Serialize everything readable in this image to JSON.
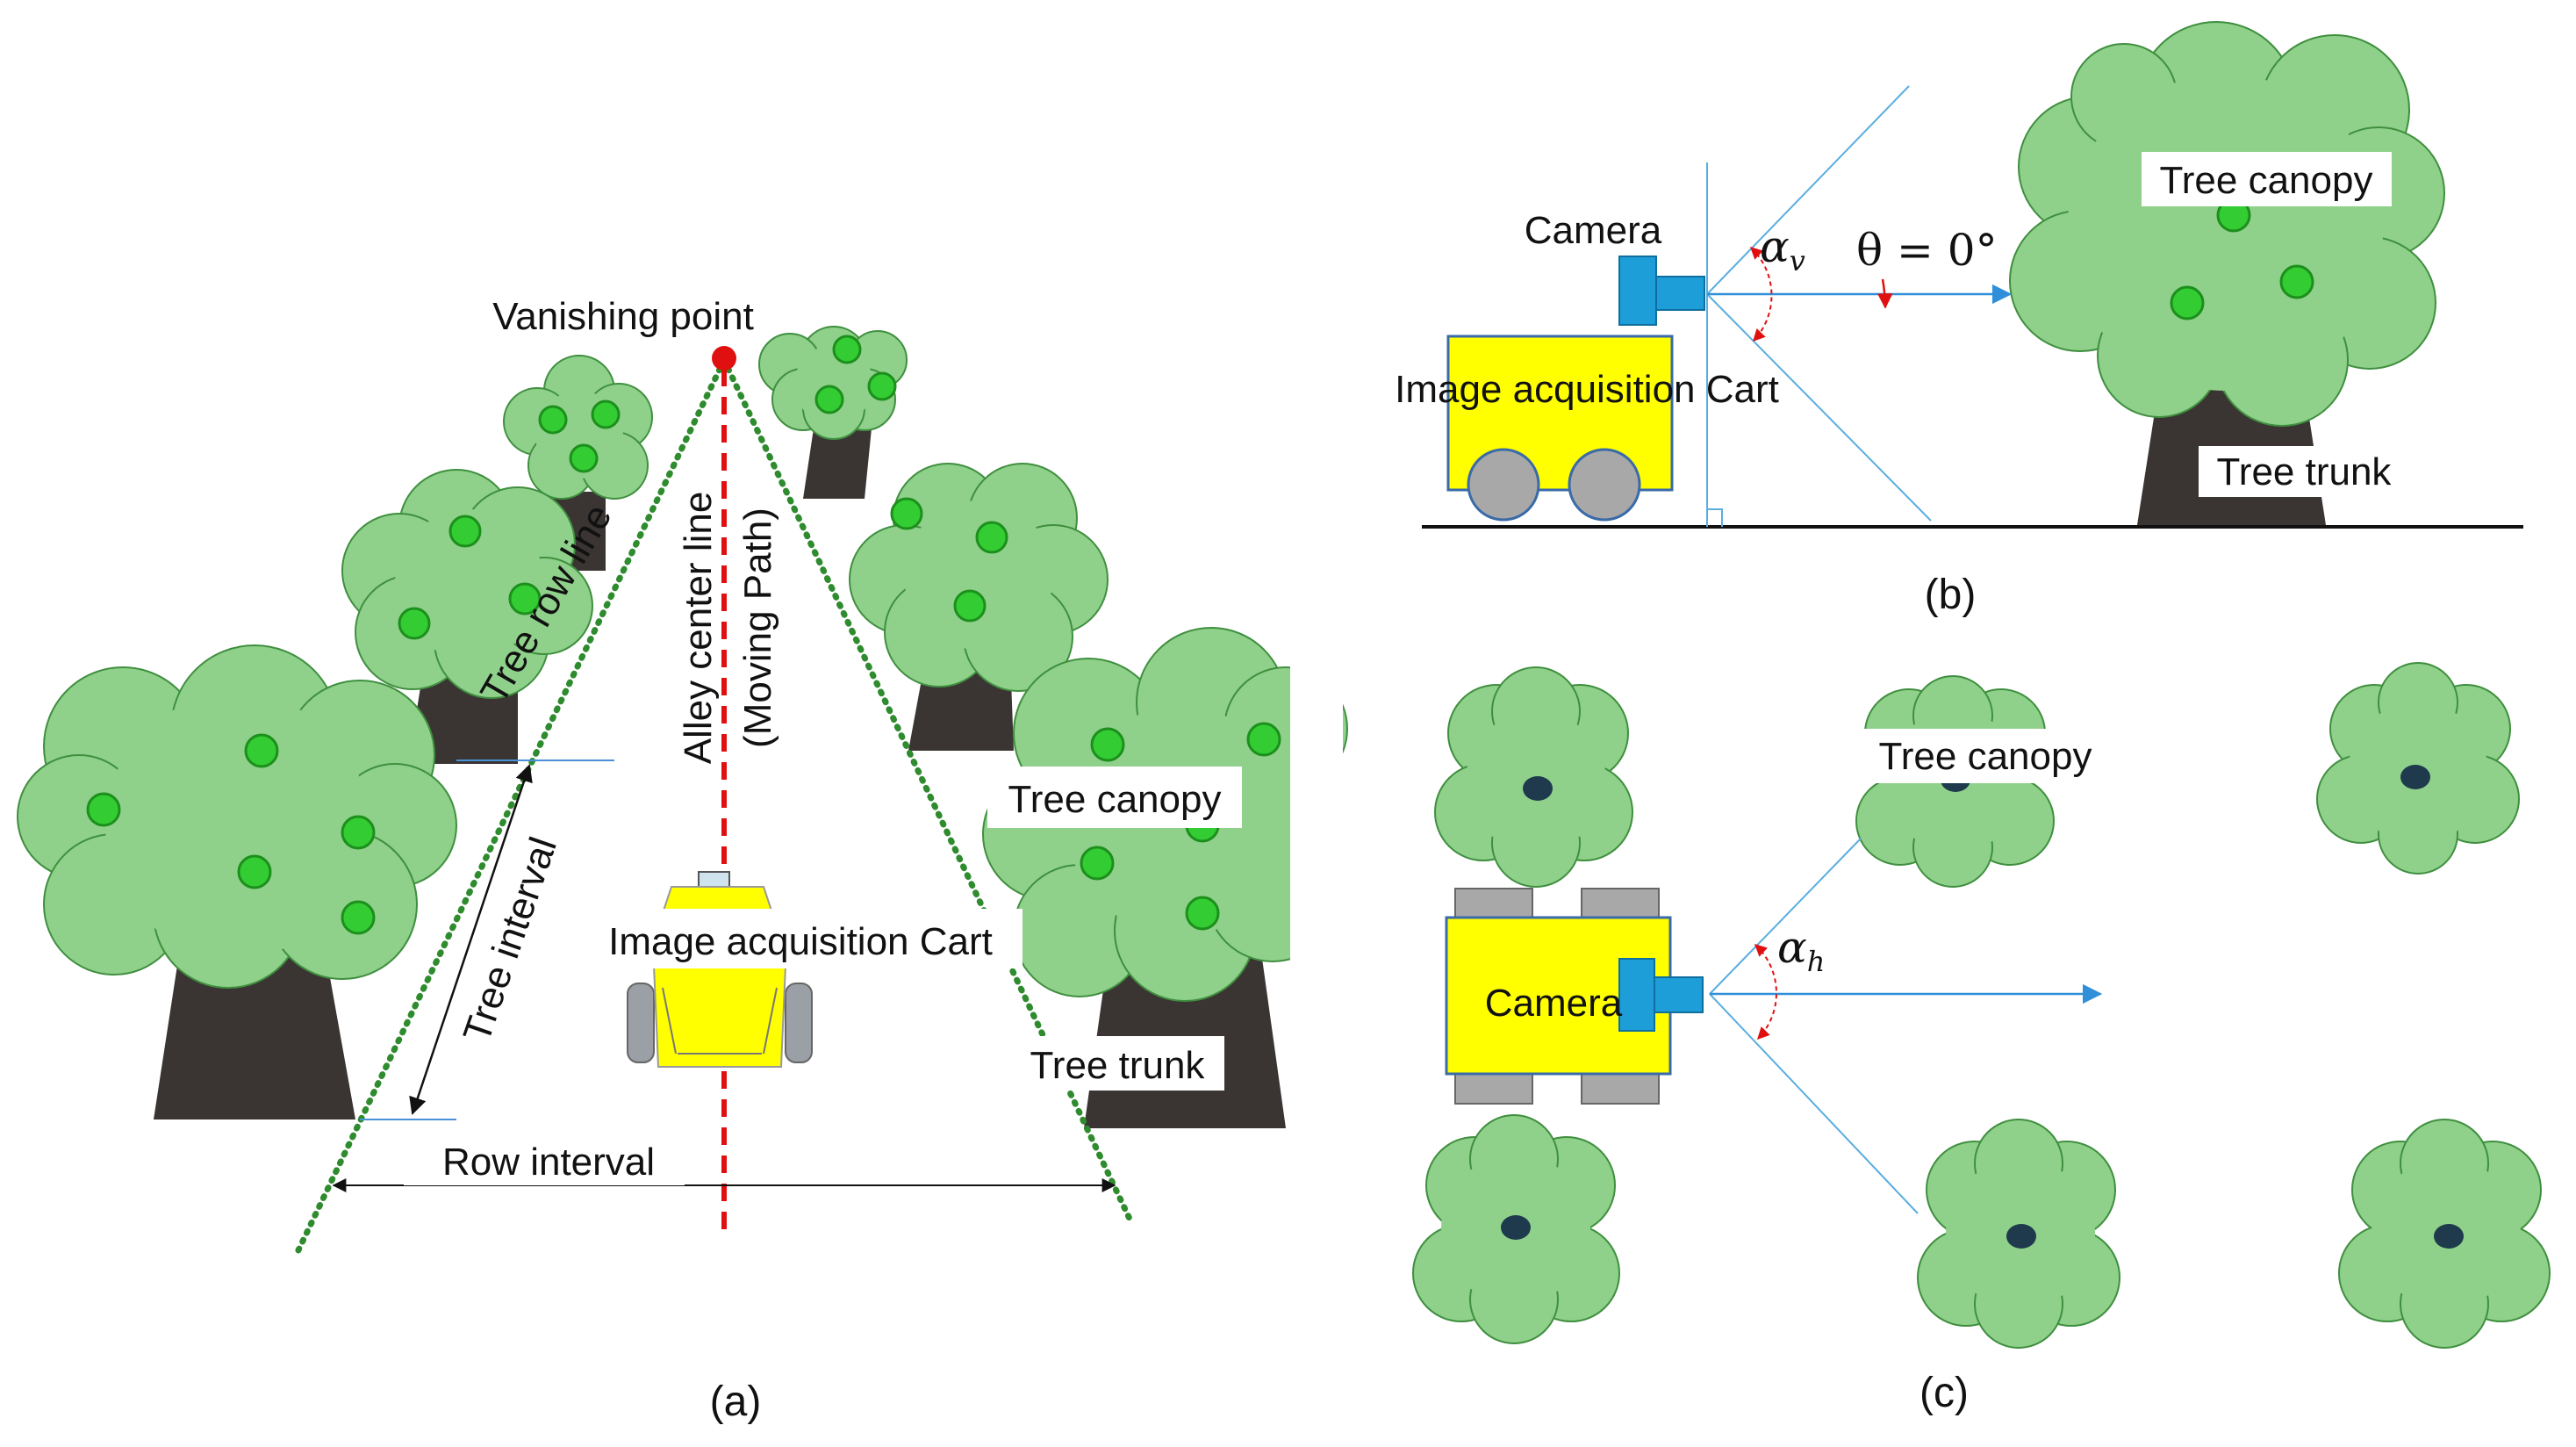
{
  "colors": {
    "canopy": "#8fd18a",
    "canopy_stroke": "#3f8f3f",
    "fruit": "#33cc33",
    "trunk": "#3a3533",
    "row_line": "#2e8b2e",
    "center_line": "#e01010",
    "vanishing_point": "#e01010",
    "cart_body": "#ffff00",
    "camera": "#1e9ed8",
    "fov_line": "#5aaee0",
    "arrow": "#2f8fd8",
    "angle_arc": "#e01010"
  },
  "panel_a": {
    "caption": "(a)",
    "labels": {
      "vanishing_point": "Vanishing point",
      "tree_row_line": "Tree row line",
      "alley_center_line": "Alley center line",
      "moving_path": "(Moving Path)",
      "tree_interval": "Tree interval",
      "row_interval": "Row interval",
      "tree_canopy": "Tree canopy",
      "tree_trunk": "Tree trunk",
      "cart": "Image acquisition Cart"
    }
  },
  "panel_b": {
    "caption": "(b)",
    "labels": {
      "camera": "Camera",
      "cart": "Image acquisition Cart",
      "tree_canopy": "Tree canopy",
      "tree_trunk": "Tree trunk",
      "alpha": "α",
      "alpha_sub": "v",
      "theta_eq": "θ = 0°"
    }
  },
  "panel_c": {
    "caption": "(c)",
    "labels": {
      "camera": "Camera",
      "tree_canopy": "Tree canopy",
      "alpha": "α",
      "alpha_sub": "h"
    }
  }
}
